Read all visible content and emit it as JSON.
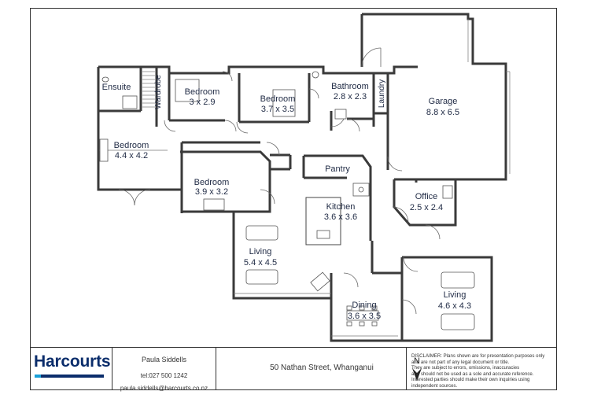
{
  "rooms": [
    {
      "id": "ensuite",
      "name": "Ensuite",
      "dims": ""
    },
    {
      "id": "wardrobe",
      "name": "Wardrobe",
      "dims": ""
    },
    {
      "id": "bedroom-1",
      "name": "Bedroom",
      "dims": "3 x 2.9"
    },
    {
      "id": "bedroom-2",
      "name": "Bedroom",
      "dims": "3.7 x 3.5"
    },
    {
      "id": "bathroom",
      "name": "Bathroom",
      "dims": "2.8 x 2.3"
    },
    {
      "id": "laundry",
      "name": "Laundry",
      "dims": ""
    },
    {
      "id": "garage",
      "name": "Garage",
      "dims": "8.8 x 6.5"
    },
    {
      "id": "bedroom-master",
      "name": "Bedroom",
      "dims": "4.4 x 4.2"
    },
    {
      "id": "pantry",
      "name": "Pantry",
      "dims": ""
    },
    {
      "id": "bedroom-3",
      "name": "Bedroom",
      "dims": "3.9 x 3.2"
    },
    {
      "id": "office",
      "name": "Office",
      "dims": "2.5 x 2.4"
    },
    {
      "id": "kitchen",
      "name": "Kitchen",
      "dims": "3.6 x 3.6"
    },
    {
      "id": "living-1",
      "name": "Living",
      "dims": "5.4 x 4.5"
    },
    {
      "id": "living-2",
      "name": "Living",
      "dims": "4.6 x 4.3"
    },
    {
      "id": "dining",
      "name": "Dining",
      "dims": "3.6 x 3.5"
    }
  ],
  "footer": {
    "brand": "Harcourts",
    "agent_name": "Paula Siddells",
    "agent_phone": "tel:027 500 1242",
    "agent_email": "paula.siddells@harcourts.co.nz",
    "north_label": "N",
    "address": "50 Nathan Street, Whanganui",
    "disclaimer": [
      "DISCLAIMER:  Plans shown are for presentation purposes only",
      "and are not part of any legal document or title.",
      "They are subject to errors, omissions, inaccuracies",
      "and should not be used as a sole and accurate reference.",
      "Interested parties should make their own inquiries using",
      "independent sources."
    ]
  },
  "colors": {
    "brand_navy": "#0b2d6b",
    "brand_cyan": "#19a0d8",
    "wall": "#3a3a3a"
  }
}
